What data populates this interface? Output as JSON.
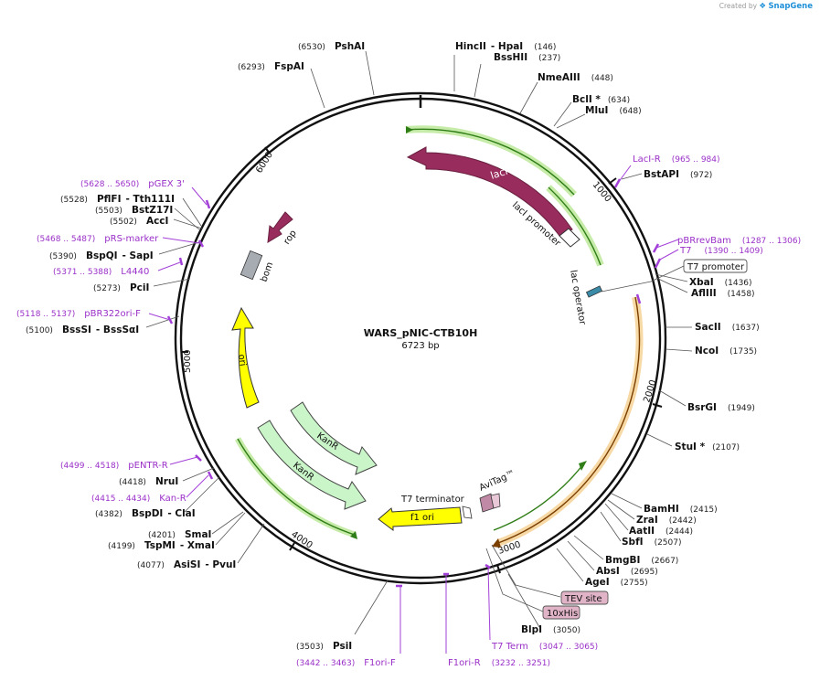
{
  "brand": {
    "created_by": "Created by",
    "product": "SnapGene"
  },
  "map": {
    "name": "WARS_pNIC-CTB10H",
    "size_label": "6723 bp",
    "colors": {
      "backbone": "#111111",
      "primer": "#9a30c8",
      "site_lead": "#555555"
    }
  },
  "ticks": [
    "1000",
    "2000",
    "3000",
    "4000",
    "5000",
    "6000"
  ],
  "sites": [
    {
      "name": "HincII",
      "pos": "(146)",
      "name2": "- HpaI"
    },
    {
      "name": "BssHII",
      "pos": "(237)"
    },
    {
      "name": "NmeAIII",
      "pos": "(448)"
    },
    {
      "name": "BclI *",
      "pos": "(634)"
    },
    {
      "name": "MluI",
      "pos": "(648)"
    },
    {
      "name": "BstAPI",
      "pos": "(972)"
    },
    {
      "name": "XbaI",
      "pos": "(1436)"
    },
    {
      "name": "AflIII",
      "pos": "(1458)"
    },
    {
      "name": "SacII",
      "pos": "(1637)"
    },
    {
      "name": "NcoI",
      "pos": "(1735)"
    },
    {
      "name": "BsrGI",
      "pos": "(1949)"
    },
    {
      "name": "StuI *",
      "pos": "(2107)"
    },
    {
      "name": "BamHI",
      "pos": "(2415)"
    },
    {
      "name": "ZraI",
      "pos": "(2442)"
    },
    {
      "name": "AatII",
      "pos": "(2444)"
    },
    {
      "name": "SbfI",
      "pos": "(2507)"
    },
    {
      "name": "BmgBI",
      "pos": "(2667)"
    },
    {
      "name": "AbsI",
      "pos": "(2695)"
    },
    {
      "name": "AgeI",
      "pos": "(2755)"
    },
    {
      "name": "BlpI",
      "pos": "(3050)"
    },
    {
      "name": "PsiI",
      "pos": "(3503)"
    },
    {
      "name": "AsiSI",
      "pos": "(4077)",
      "name2": "- PvuI"
    },
    {
      "name": "TspMI",
      "pos": "(4199)",
      "name2": "- XmaI"
    },
    {
      "name": "SmaI",
      "pos": "(4201)"
    },
    {
      "name": "BspDI",
      "pos": "(4382)",
      "name2": "- ClaI"
    },
    {
      "name": "NruI",
      "pos": "(4418)"
    },
    {
      "name": "BssSI",
      "pos": "(5100)",
      "name2": "- BssSαI"
    },
    {
      "name": "PciI",
      "pos": "(5273)"
    },
    {
      "name": "BspQI",
      "pos": "(5390)",
      "name2": "- SapI"
    },
    {
      "name": "AccI",
      "pos": "(5502)"
    },
    {
      "name": "BstZ17I",
      "pos": "(5503)"
    },
    {
      "name": "PflFI",
      "pos": "(5528)",
      "name2": "- Tth111I"
    },
    {
      "name": "FspAI",
      "pos": "(6293)"
    },
    {
      "name": "PshAI",
      "pos": "(6530)"
    }
  ],
  "primers": [
    {
      "name": "LacI-R",
      "pos": "(965 .. 984)"
    },
    {
      "name": "pBRrevBam",
      "pos": "(1287 .. 1306)"
    },
    {
      "name": "T7",
      "pos": "(1390 .. 1409)"
    },
    {
      "name": "T7 Term",
      "pos": "(3047 .. 3065)"
    },
    {
      "name": "F1ori-R",
      "pos": "(3232 .. 3251)"
    },
    {
      "name": "F1ori-F",
      "pos": "(3442 .. 3463)"
    },
    {
      "name": "Kan-R",
      "pos": "(4415 .. 4434)"
    },
    {
      "name": "pENTR-R",
      "pos": "(4499 .. 4518)"
    },
    {
      "name": "pBR322ori-F",
      "pos": "(5118 .. 5137)"
    },
    {
      "name": "L4440",
      "pos": "(5371 .. 5388)"
    },
    {
      "name": "pRS-marker",
      "pos": "(5468 .. 5487)"
    },
    {
      "name": "pGEX 3'",
      "pos": "(5628 .. 5650)"
    }
  ],
  "boxed": {
    "t7_promoter": "T7 promoter",
    "tev_site": "TEV site",
    "his_tag": "10xHis"
  },
  "features": {
    "laci": "lacI",
    "laci_promoter": "lacI promoter",
    "lac_operator": "lac operator",
    "rop": "rop",
    "bom": "bom",
    "ori": "ori",
    "kanr1": "KanR",
    "kanr2": "KanR",
    "t7_terminator": "T7 terminator",
    "f1_ori": "f1 ori",
    "avitag": "AviTag™"
  }
}
